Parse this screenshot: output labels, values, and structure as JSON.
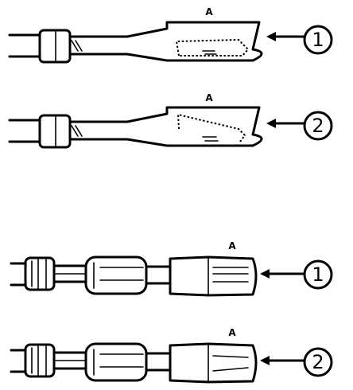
{
  "figure": {
    "callouts": [
      {
        "label": "1"
      },
      {
        "label": "2"
      },
      {
        "label": "1"
      },
      {
        "label": "2"
      }
    ],
    "markers": [
      {
        "label": "A"
      },
      {
        "label": "A"
      },
      {
        "label": "A"
      },
      {
        "label": "A"
      }
    ]
  }
}
